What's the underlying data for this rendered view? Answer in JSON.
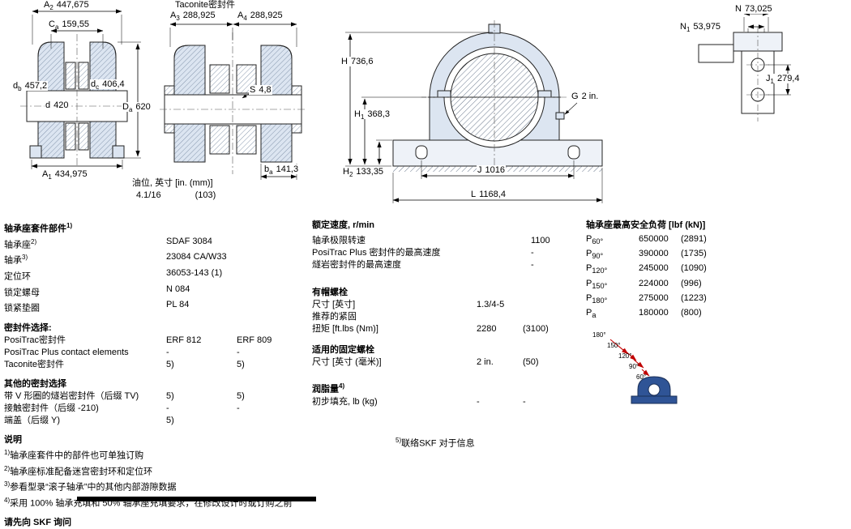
{
  "drawings": {
    "left": {
      "a2": {
        "base": "A",
        "sub": "2",
        "value": "447,675"
      },
      "ca": {
        "base": "C",
        "sub": "a",
        "value": "159,55"
      },
      "db": {
        "base": "d",
        "sub": "b",
        "value": "457,2"
      },
      "d": {
        "base": "d",
        "sub": "",
        "value": "420"
      },
      "dc": {
        "base": "d",
        "sub": "c",
        "value": "406,4"
      },
      "da": {
        "base": "D",
        "sub": "a",
        "value": "620"
      },
      "a1": {
        "base": "A",
        "sub": "1",
        "value": "434,975"
      }
    },
    "middle": {
      "title": "Taconite密封件",
      "a3": {
        "base": "A",
        "sub": "3",
        "value": "288,925"
      },
      "a4": {
        "base": "A",
        "sub": "4",
        "value": "288,925"
      },
      "s": {
        "base": "S",
        "sub": "",
        "value": "4,8"
      },
      "ba": {
        "base": "b",
        "sub": "a",
        "value": "141,3"
      },
      "oil_label": "油位, 英寸 [in. (mm)]",
      "oil_in": "4.1/16",
      "oil_mm": "(103)"
    },
    "front": {
      "h": {
        "base": "H",
        "sub": "",
        "value": "736,6"
      },
      "h1": {
        "base": "H",
        "sub": "1",
        "value": "368,3"
      },
      "h2": {
        "base": "H",
        "sub": "2",
        "value": "133,35"
      },
      "g": {
        "base": "G",
        "sub": "",
        "value": "2 in."
      },
      "j": {
        "base": "J",
        "sub": "",
        "value": "1016"
      },
      "l": {
        "base": "L",
        "sub": "",
        "value": "1168,4"
      }
    },
    "side": {
      "n": {
        "base": "N",
        "sub": "",
        "value": "73,025"
      },
      "n1": {
        "base": "N",
        "sub": "1",
        "value": "53,975"
      },
      "j1": {
        "base": "J",
        "sub": "1",
        "value": "279,4"
      }
    }
  },
  "left_col": {
    "parts_header": {
      "text": "轴承座套件部件",
      "sup": "1)"
    },
    "parts": [
      {
        "label": "轴承座",
        "sup": "2)",
        "v1": "SDAF 3084"
      },
      {
        "label": "轴承",
        "sup": "3)",
        "v1": "23084 CA/W33"
      },
      {
        "label": "定位环",
        "sup": "",
        "v1": "36053-143 (1)"
      },
      {
        "label": "锁定螺母",
        "sup": "",
        "v1": "N 084"
      },
      {
        "label": "锁紧垫圈",
        "sup": "",
        "v1": "PL 84"
      }
    ],
    "seals_header": "密封件选择:",
    "seals": [
      {
        "label": "PosiTrac密封件",
        "v1": "ERF 812",
        "v2": "ERF 809"
      },
      {
        "label": "PosiTrac Plus contact elements",
        "v1": "-",
        "v2": "-"
      },
      {
        "label": "Taconite密封件",
        "v1": "5)",
        "v2": "5)"
      }
    ],
    "other_header": "其他的密封选择",
    "other": [
      {
        "label": "带 V 形圈的燧岩密封件（后缀 TV)",
        "v1": "5)",
        "v2": "5)"
      },
      {
        "label": "接触密封件（后缀 -210)",
        "v1": "-",
        "v2": "-"
      },
      {
        "label": "端盖（后缀 Y)",
        "v1": "5)",
        "v2": ""
      }
    ],
    "notes_header": "说明",
    "notes": [
      {
        "sup": "1)",
        "text": "轴承座套件中的部件也可单独订购"
      },
      {
        "sup": "2)",
        "text": "轴承座标准配备迷宫密封环和定位环"
      },
      {
        "sup": "3)",
        "text": "参看型录“滚子轴承”中的其他内部游隙数据"
      },
      {
        "sup": "4)",
        "text": "采用 100% 轴承充填和 50% 轴承座充填要求，在修改设计时或订购之前"
      }
    ],
    "notes_footer": "请先向 SKF 询问"
  },
  "mid_col": {
    "speed_header": "额定速度, r/min",
    "speeds": [
      {
        "label": "轴承极限转速",
        "v": "1100"
      },
      {
        "label": "PosiTrac Plus 密封件的最高速度",
        "v": "-"
      },
      {
        "label": "燧岩密封件的最高速度",
        "v": "-"
      }
    ],
    "capbolt_header": "有帽螺栓",
    "capbolts": [
      {
        "label": "尺寸 [英寸]",
        "v1": "1.3/4-5",
        "v2": ""
      },
      {
        "label": "推荐的紧固",
        "v1": "",
        "v2": ""
      },
      {
        "label": "扭矩 [ft.lbs (Nm)]",
        "v1": "2280",
        "v2": "(3100)"
      }
    ],
    "fixbolt_header": "适用的固定螺栓",
    "fixbolts": [
      {
        "label": "尺寸 [英寸 (毫米)]",
        "v1": "2 in.",
        "v2": "(50)"
      }
    ],
    "grease_header": {
      "text": "润脂量",
      "sup": "4)"
    },
    "grease": [
      {
        "label": "初步填充, lb (kg)",
        "v1": "-",
        "v2": "-"
      }
    ],
    "note5": {
      "sup": "5)",
      "text": "联络SKF 对于信息"
    }
  },
  "right_col": {
    "load_header": "轴承座最高安全负荷 [lbf (kN)]",
    "loads": [
      {
        "base": "P",
        "sub": "60°",
        "v1": "650000",
        "v2": "(2891)"
      },
      {
        "base": "P",
        "sub": "90°",
        "v1": "390000",
        "v2": "(1735)"
      },
      {
        "base": "P",
        "sub": "120°",
        "v1": "245000",
        "v2": "(1090)"
      },
      {
        "base": "P",
        "sub": "150°",
        "v1": "224000",
        "v2": "(996)"
      },
      {
        "base": "P",
        "sub": "180°",
        "v1": "275000",
        "v2": "(1223)"
      },
      {
        "base": "P",
        "sub": "a",
        "v1": "180000",
        "v2": "(800)"
      }
    ],
    "angles": [
      "180°",
      "150°",
      "120°",
      "90°",
      "60°"
    ]
  }
}
